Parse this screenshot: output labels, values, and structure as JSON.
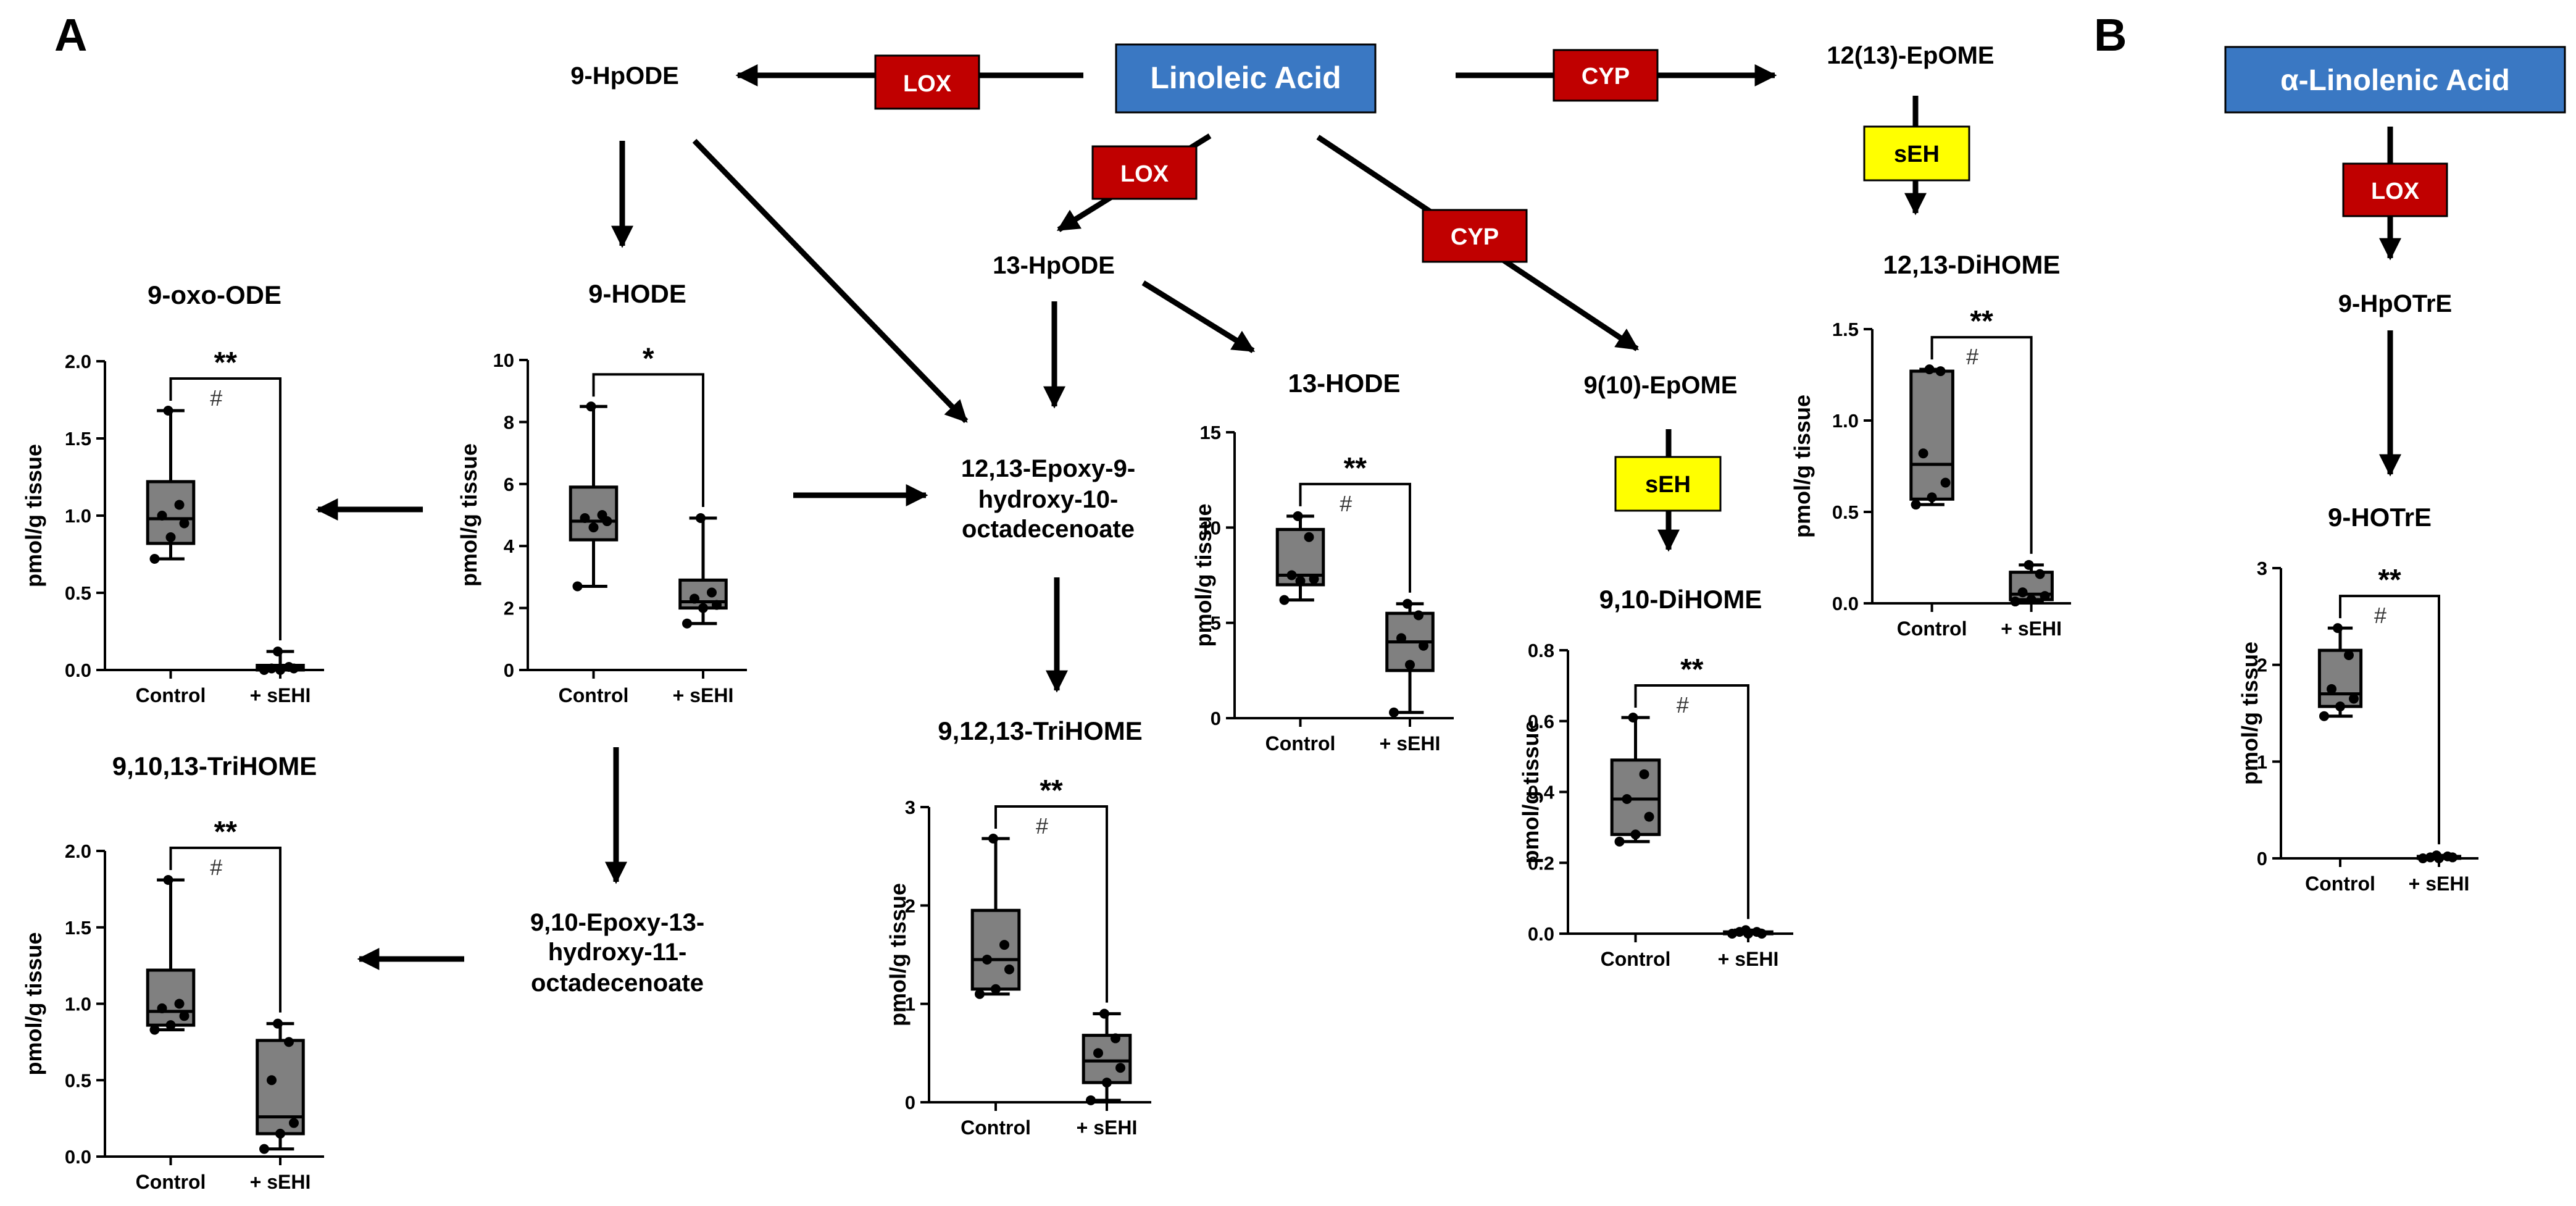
{
  "panels": {
    "a": "A",
    "b": "B"
  },
  "nodes": {
    "linoleic_acid": "Linoleic Acid",
    "alpha_linolenic_acid": "α-Linolenic Acid",
    "hpode9": "9-HpODE",
    "hpode13": "13-HpODE",
    "epome1213": "12(13)-EpOME",
    "epome910": "9(10)-EpOME",
    "epoxy1213_l1": "12,13-Epoxy-9-",
    "epoxy1213_l2": "hydroxy-10-",
    "epoxy1213_l3": "octadecenoate",
    "epoxy910_l1": "9,10-Epoxy-13-",
    "epoxy910_l2": "hydroxy-11-",
    "epoxy910_l3": "octadecenoate",
    "hpotre9": "9-HpOTrE"
  },
  "enzymes": {
    "lox": "LOX",
    "cyp": "CYP",
    "seh": "sEH"
  },
  "colors": {
    "acid_fill": "#3a78c3",
    "lox_fill": "#c00000",
    "cyp_fill": "#c00000",
    "seh_fill": "#ffff00",
    "box_fill": "#808080"
  },
  "axis": {
    "ylabel": "pmol/g tissue",
    "cat_control": "Control",
    "cat_sehi": "+ sEHI"
  },
  "sig": {
    "double": "**",
    "single": "*",
    "hash": "#"
  },
  "chart_data": [
    {
      "id": "oxo_ode",
      "type": "box",
      "title": "9-oxo-ODE",
      "ylabel": "pmol/g tissue",
      "categories": [
        "Control",
        "+ sEHI"
      ],
      "ylim": [
        0,
        2.0
      ],
      "ticks": [
        "0.0",
        "0.5",
        "1.0",
        "1.5",
        "2.0"
      ],
      "significance": "**",
      "hash": true,
      "groups": [
        {
          "name": "Control",
          "min": 0.72,
          "q1": 0.82,
          "median": 0.98,
          "q3": 1.22,
          "max": 1.68,
          "points": [
            0.72,
            0.86,
            0.95,
            1.0,
            1.07,
            1.68
          ]
        },
        {
          "name": "+ sEHI",
          "min": 0.0,
          "q1": 0.0,
          "median": 0.01,
          "q3": 0.03,
          "max": 0.12,
          "points": [
            0.0,
            0.0,
            0.01,
            0.01,
            0.02,
            0.12
          ]
        }
      ]
    },
    {
      "id": "hode9",
      "type": "box",
      "title": "9-HODE",
      "ylabel": "pmol/g tissue",
      "categories": [
        "Control",
        "+ sEHI"
      ],
      "ylim": [
        0,
        10
      ],
      "ticks": [
        "0",
        "2",
        "4",
        "6",
        "8",
        "10"
      ],
      "significance": "*",
      "hash": false,
      "groups": [
        {
          "name": "Control",
          "min": 2.7,
          "q1": 4.2,
          "median": 4.8,
          "q3": 5.9,
          "max": 8.5,
          "points": [
            2.7,
            4.6,
            4.8,
            4.9,
            5.0,
            8.5
          ]
        },
        {
          "name": "+ sEHI",
          "min": 1.5,
          "q1": 2.0,
          "median": 2.2,
          "q3": 2.9,
          "max": 4.9,
          "points": [
            1.5,
            2.0,
            2.1,
            2.3,
            2.5,
            4.9
          ]
        }
      ]
    },
    {
      "id": "trihome91013",
      "type": "box",
      "title": "9,10,13-TriHOME",
      "ylabel": "pmol/g tissue",
      "categories": [
        "Control",
        "+ sEHI"
      ],
      "ylim": [
        0,
        2.0
      ],
      "ticks": [
        "0.0",
        "0.5",
        "1.0",
        "1.5",
        "2.0"
      ],
      "significance": "**",
      "hash": true,
      "groups": [
        {
          "name": "Control",
          "min": 0.83,
          "q1": 0.86,
          "median": 0.95,
          "q3": 1.22,
          "max": 1.81,
          "points": [
            0.83,
            0.86,
            0.92,
            0.97,
            1.0,
            1.81
          ]
        },
        {
          "name": "+ sEHI",
          "min": 0.05,
          "q1": 0.15,
          "median": 0.26,
          "q3": 0.76,
          "max": 0.87,
          "points": [
            0.05,
            0.15,
            0.22,
            0.5,
            0.75,
            0.87
          ]
        }
      ]
    },
    {
      "id": "trihome91213",
      "type": "box",
      "title": "9,12,13-TriHOME",
      "ylabel": "pmol/g tissue",
      "categories": [
        "Control",
        "+ sEHI"
      ],
      "ylim": [
        0,
        3
      ],
      "ticks": [
        "0",
        "1",
        "2",
        "3"
      ],
      "significance": "**",
      "hash": true,
      "groups": [
        {
          "name": "Control",
          "min": 1.1,
          "q1": 1.15,
          "median": 1.45,
          "q3": 1.95,
          "max": 2.68,
          "points": [
            1.1,
            1.15,
            1.35,
            1.45,
            1.6,
            2.68
          ]
        },
        {
          "name": "+ sEHI",
          "min": 0.02,
          "q1": 0.2,
          "median": 0.42,
          "q3": 0.68,
          "max": 0.9,
          "points": [
            0.02,
            0.2,
            0.35,
            0.5,
            0.65,
            0.9
          ]
        }
      ]
    },
    {
      "id": "hode13",
      "type": "box",
      "title": "13-HODE",
      "ylabel": "pmol/g tissue",
      "categories": [
        "Control",
        "+ sEHI"
      ],
      "ylim": [
        0,
        15
      ],
      "ticks": [
        "0",
        "5",
        "10",
        "15"
      ],
      "significance": "**",
      "hash": true,
      "groups": [
        {
          "name": "Control",
          "min": 6.2,
          "q1": 7.0,
          "median": 7.5,
          "q3": 9.9,
          "max": 10.6,
          "points": [
            6.2,
            7.2,
            7.3,
            7.5,
            9.5,
            10.6
          ]
        },
        {
          "name": "+ sEHI",
          "min": 0.3,
          "q1": 2.5,
          "median": 4.0,
          "q3": 5.5,
          "max": 6.0,
          "points": [
            0.3,
            2.8,
            3.8,
            4.2,
            5.4,
            6.0
          ]
        }
      ]
    },
    {
      "id": "dihome910",
      "type": "box",
      "title": "9,10-DiHOME",
      "ylabel": "pmol/g tissue",
      "categories": [
        "Control",
        "+ sEHI"
      ],
      "ylim": [
        0,
        0.8
      ],
      "ticks": [
        "0.0",
        "0.2",
        "0.4",
        "0.6",
        "0.8"
      ],
      "significance": "**",
      "hash": true,
      "groups": [
        {
          "name": "Control",
          "min": 0.26,
          "q1": 0.28,
          "median": 0.38,
          "q3": 0.49,
          "max": 0.61,
          "points": [
            0.26,
            0.28,
            0.33,
            0.38,
            0.45,
            0.61
          ]
        },
        {
          "name": "+ sEHI",
          "min": 0.0,
          "q1": 0.0,
          "median": 0.0,
          "q3": 0.005,
          "max": 0.01,
          "points": [
            0.0,
            0.0,
            0.0,
            0.005,
            0.005,
            0.01
          ]
        }
      ]
    },
    {
      "id": "dihome1213",
      "type": "box",
      "title": "12,13-DiHOME",
      "ylabel": "pmol/g tissue",
      "categories": [
        "Control",
        "+ sEHI"
      ],
      "ylim": [
        0,
        1.5
      ],
      "ticks": [
        "0.0",
        "0.5",
        "1.0",
        "1.5"
      ],
      "significance": "**",
      "hash": true,
      "groups": [
        {
          "name": "Control",
          "min": 0.54,
          "q1": 0.57,
          "median": 0.76,
          "q3": 1.27,
          "max": 1.28,
          "points": [
            0.54,
            0.58,
            0.66,
            0.82,
            1.27,
            1.28
          ]
        },
        {
          "name": "+ sEHI",
          "min": 0.01,
          "q1": 0.02,
          "median": 0.05,
          "q3": 0.17,
          "max": 0.21,
          "points": [
            0.01,
            0.02,
            0.04,
            0.06,
            0.16,
            0.21
          ]
        }
      ]
    },
    {
      "id": "hotre9",
      "type": "box",
      "title": "9-HOTrE",
      "ylabel": "pmol/g tissue",
      "categories": [
        "Control",
        "+ sEHI"
      ],
      "ylim": [
        0,
        3
      ],
      "ticks": [
        "0",
        "1",
        "2",
        "3"
      ],
      "significance": "**",
      "hash": true,
      "groups": [
        {
          "name": "Control",
          "min": 1.47,
          "q1": 1.57,
          "median": 1.7,
          "q3": 2.15,
          "max": 2.38,
          "points": [
            1.47,
            1.57,
            1.65,
            1.75,
            2.1,
            2.38
          ]
        },
        {
          "name": "+ sEHI",
          "min": 0.0,
          "q1": 0.0,
          "median": 0.01,
          "q3": 0.02,
          "max": 0.03,
          "points": [
            0.0,
            0.0,
            0.01,
            0.01,
            0.02,
            0.03
          ]
        }
      ]
    }
  ]
}
